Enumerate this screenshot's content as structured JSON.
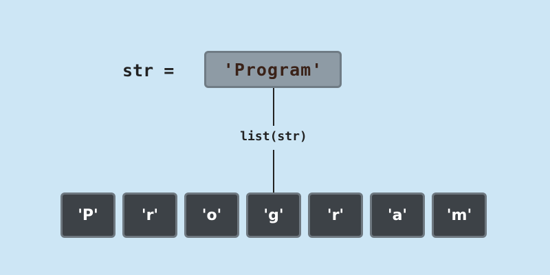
{
  "assignment": {
    "variable": "str =",
    "value": "'Program'"
  },
  "operation": {
    "label": "list(str)"
  },
  "result": {
    "items": [
      "'P'",
      "'r'",
      "'o'",
      "'g'",
      "'r'",
      "'a'",
      "'m'"
    ]
  },
  "colors": {
    "background": "#cde6f5",
    "string_box_fill": "#8e9ba5",
    "string_box_border": "#6f7b84",
    "char_box_fill": "#3d4247",
    "char_box_border": "#6e7880",
    "text_dark": "#222222",
    "string_text": "#3a2218",
    "char_text": "#ffffff"
  }
}
